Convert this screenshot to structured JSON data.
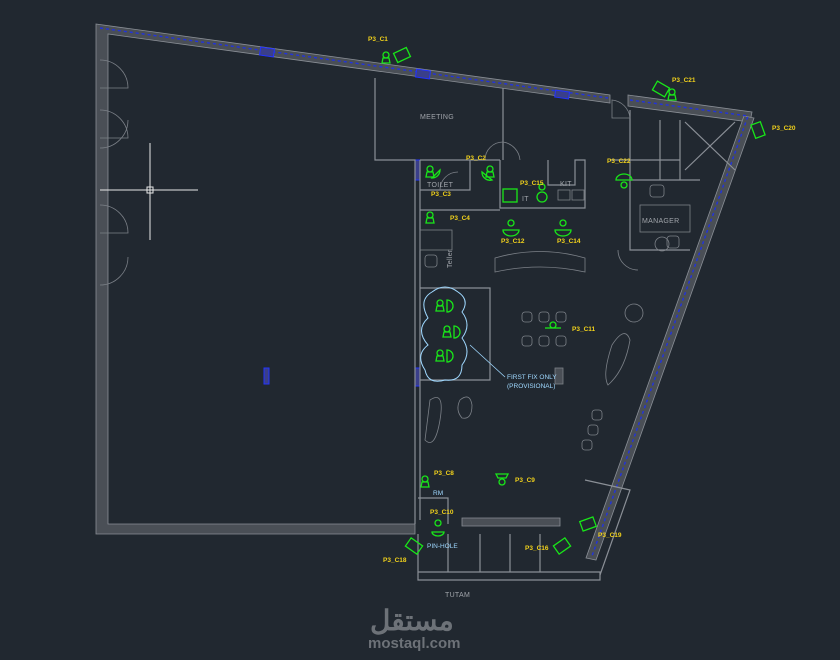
{
  "rooms": {
    "meeting": "MEETING",
    "kitchen": "KIT",
    "it": "IT",
    "toilet": "TOILET",
    "manager": "MANAGER",
    "teller": "Teller",
    "rm": "RM",
    "pin_hole": "PIN-HOLE",
    "tutam": "TUTAM"
  },
  "note": {
    "line1": "FIRST FIX ONLY",
    "line2": "(PROVISIONAL)"
  },
  "tags": [
    "P3_C1",
    "P3_C21",
    "P3_C20",
    "P3_C2",
    "P3_C3",
    "P3_C4",
    "P3_C15",
    "P3_C12",
    "P3_C14",
    "P3_C22",
    "P3_C11",
    "P3_C8",
    "P3_C9",
    "P3_C10",
    "P3_C16",
    "P3_C18",
    "P3_C19"
  ],
  "watermark": {
    "arabic": "مستقل",
    "site": "mostaql.com"
  },
  "colors": {
    "background": "#212830",
    "device": "#19e619",
    "tag": "#f2d21b",
    "wall": "#8a8f96",
    "note": "#9fd8ff"
  }
}
